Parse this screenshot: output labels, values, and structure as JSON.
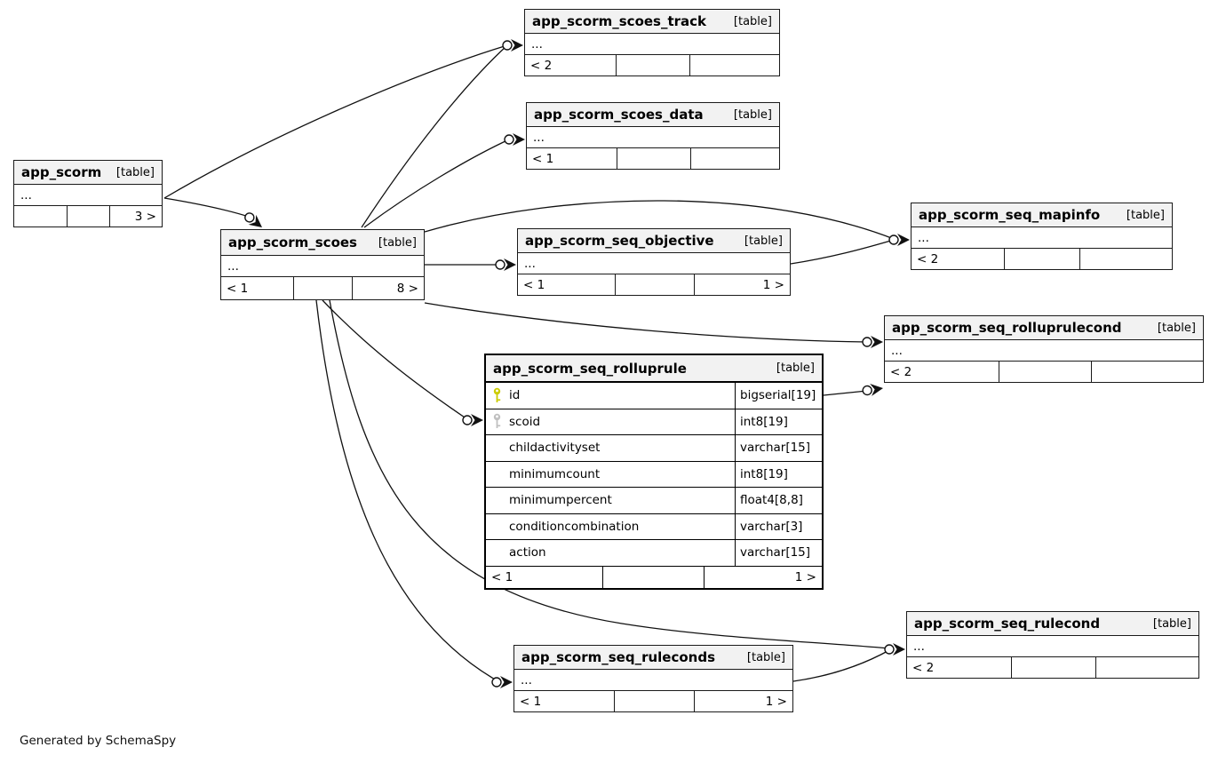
{
  "generator": {
    "label": "Generated by SchemaSpy"
  },
  "colors": {
    "primary_key": "#cccc00",
    "foreign_key": "#c0c0c0",
    "header_bg": "#f2f2f2",
    "line": "#111111"
  },
  "tables": {
    "app_scorm": {
      "name": "app_scorm",
      "type_label": "[table]",
      "ellipsis": "...",
      "footer": {
        "left": "",
        "mid": "",
        "right": "3 >"
      }
    },
    "app_scorm_scoes": {
      "name": "app_scorm_scoes",
      "type_label": "[table]",
      "ellipsis": "...",
      "footer": {
        "left": "< 1",
        "mid": "",
        "right": "8 >"
      }
    },
    "app_scorm_scoes_track": {
      "name": "app_scorm_scoes_track",
      "type_label": "[table]",
      "ellipsis": "...",
      "footer": {
        "left": "< 2",
        "mid": "",
        "right": ""
      }
    },
    "app_scorm_scoes_data": {
      "name": "app_scorm_scoes_data",
      "type_label": "[table]",
      "ellipsis": "...",
      "footer": {
        "left": "< 1",
        "mid": "",
        "right": ""
      }
    },
    "app_scorm_seq_objective": {
      "name": "app_scorm_seq_objective",
      "type_label": "[table]",
      "ellipsis": "...",
      "footer": {
        "left": "< 1",
        "mid": "",
        "right": "1 >"
      }
    },
    "app_scorm_seq_mapinfo": {
      "name": "app_scorm_seq_mapinfo",
      "type_label": "[table]",
      "ellipsis": "...",
      "footer": {
        "left": "< 2",
        "mid": "",
        "right": ""
      }
    },
    "app_scorm_seq_rolluprulecond": {
      "name": "app_scorm_seq_rolluprulecond",
      "type_label": "[table]",
      "ellipsis": "...",
      "footer": {
        "left": "< 2",
        "mid": "",
        "right": ""
      }
    },
    "app_scorm_seq_rolluprule": {
      "name": "app_scorm_seq_rolluprule",
      "type_label": "[table]",
      "rows": [
        {
          "key": "primary",
          "name": "id",
          "type": "bigserial[19]"
        },
        {
          "key": "foreign",
          "name": "scoid",
          "type": "int8[19]"
        },
        {
          "key": "",
          "name": "childactivityset",
          "type": "varchar[15]"
        },
        {
          "key": "",
          "name": "minimumcount",
          "type": "int8[19]"
        },
        {
          "key": "",
          "name": "minimumpercent",
          "type": "float4[8,8]"
        },
        {
          "key": "",
          "name": "conditioncombination",
          "type": "varchar[3]"
        },
        {
          "key": "",
          "name": "action",
          "type": "varchar[15]"
        }
      ],
      "footer": {
        "left": "< 1",
        "mid": "",
        "right": "1 >"
      }
    },
    "app_scorm_seq_rulecond": {
      "name": "app_scorm_seq_rulecond",
      "type_label": "[table]",
      "ellipsis": "...",
      "footer": {
        "left": "< 2",
        "mid": "",
        "right": ""
      }
    },
    "app_scorm_seq_ruleconds": {
      "name": "app_scorm_seq_ruleconds",
      "type_label": "[table]",
      "ellipsis": "...",
      "footer": {
        "left": "< 1",
        "mid": "",
        "right": "1 >"
      }
    }
  },
  "relationships": [
    {
      "from": "app_scorm",
      "to": "app_scorm_scoes"
    },
    {
      "from": "app_scorm",
      "to": "app_scorm_scoes_track"
    },
    {
      "from": "app_scorm_scoes",
      "to": "app_scorm_scoes_track"
    },
    {
      "from": "app_scorm_scoes",
      "to": "app_scorm_scoes_data"
    },
    {
      "from": "app_scorm_scoes",
      "to": "app_scorm_seq_objective"
    },
    {
      "from": "app_scorm_scoes",
      "to": "app_scorm_seq_mapinfo"
    },
    {
      "from": "app_scorm_seq_objective",
      "to": "app_scorm_seq_mapinfo"
    },
    {
      "from": "app_scorm_scoes",
      "to": "app_scorm_seq_rolluprulecond"
    },
    {
      "from": "app_scorm_seq_rolluprule",
      "to": "app_scorm_seq_rolluprulecond"
    },
    {
      "from": "app_scorm_scoes",
      "to": "app_scorm_seq_rolluprule"
    },
    {
      "from": "app_scorm_scoes",
      "to": "app_scorm_seq_rulecond"
    },
    {
      "from": "app_scorm_scoes",
      "to": "app_scorm_seq_ruleconds"
    },
    {
      "from": "app_scorm_seq_ruleconds",
      "to": "app_scorm_seq_rulecond"
    }
  ]
}
